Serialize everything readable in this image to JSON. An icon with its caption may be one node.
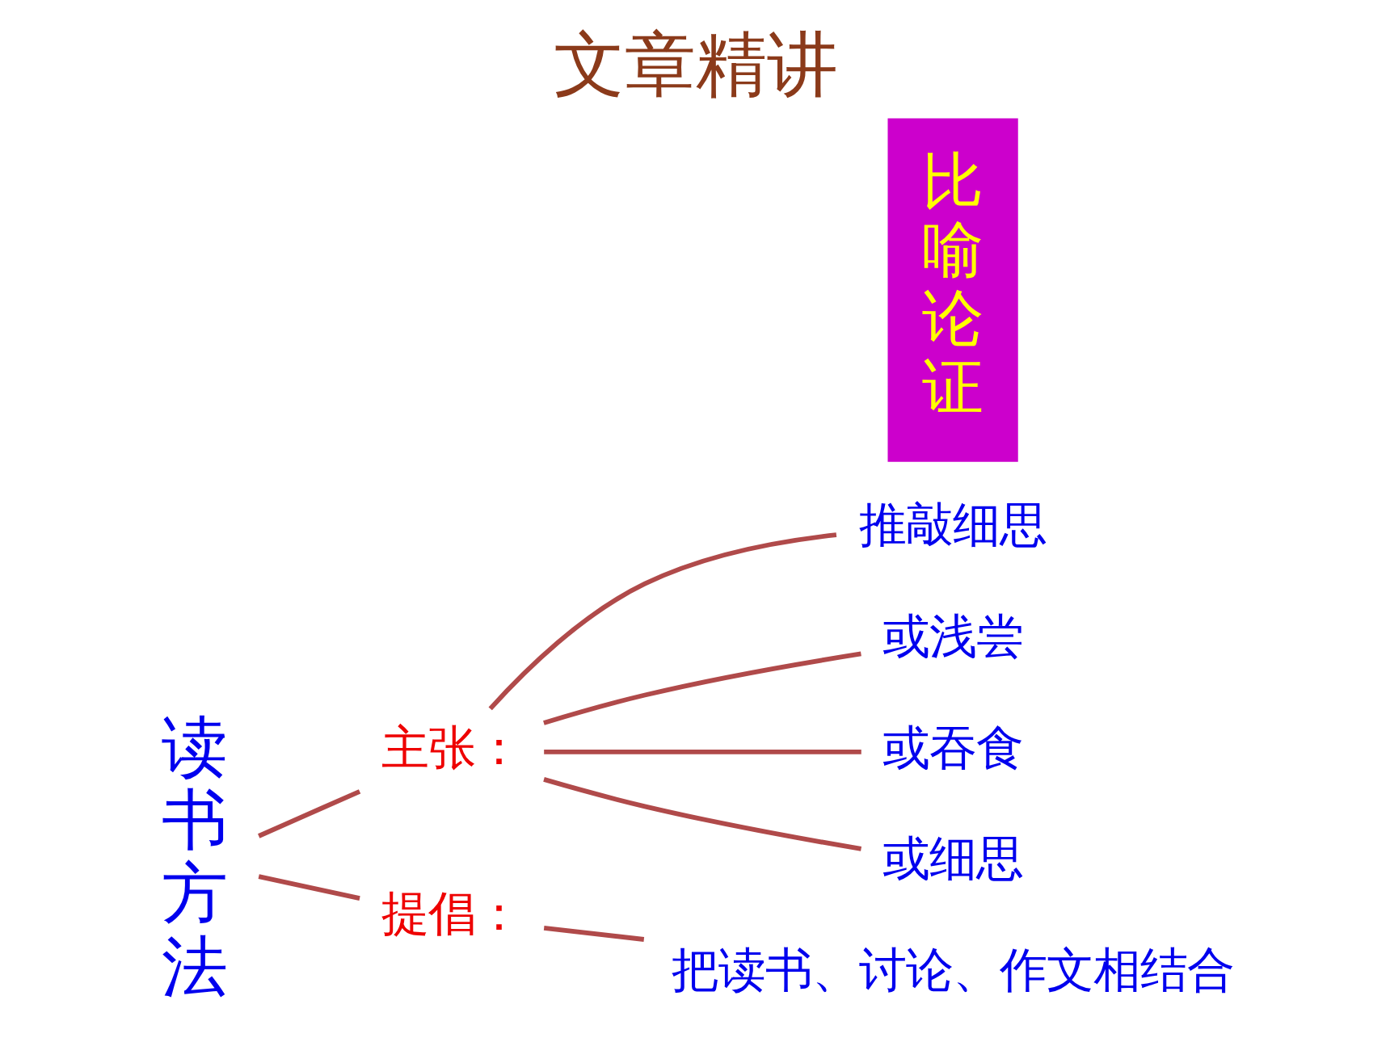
{
  "diagram": {
    "title": "文章精讲",
    "nodes": [
      {
        "text": [
          "读书方法"
        ]
      },
      {
        "text": [
          "主张："
        ]
      },
      {
        "text": [
          "推敲细思"
        ]
      },
      {
        "text": [
          "或浅尝"
        ]
      },
      {
        "text": [
          "或吞食"
        ]
      },
      {
        "text": [
          "或细思"
        ]
      },
      {
        "text": [
          "提倡："
        ]
      },
      {
        "text": [
          "把读书、讨论、作文相结合"
        ]
      },
      {
        "text": [
          "比喻论证"
        ]
      }
    ],
    "edges": [
      {
        "from": 0,
        "to": 1,
        "arrow": "none"
      },
      {
        "from": 0,
        "to": 6,
        "arrow": "none"
      },
      {
        "from": 1,
        "to": 2,
        "arrow": "none"
      },
      {
        "from": 1,
        "to": 3,
        "arrow": "none"
      },
      {
        "from": 1,
        "to": 4,
        "arrow": "none"
      },
      {
        "from": 1,
        "to": 5,
        "arrow": "none"
      },
      {
        "from": 6,
        "to": 7,
        "arrow": "none"
      }
    ]
  }
}
